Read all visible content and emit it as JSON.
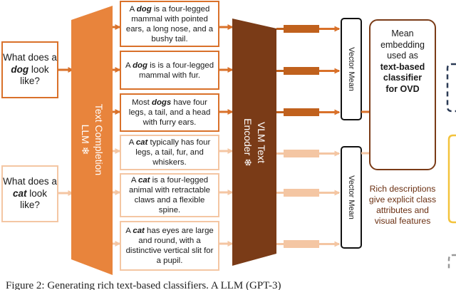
{
  "queries": [
    {
      "id": "dog",
      "parts": [
        "What does a ",
        "dog",
        " look like?"
      ]
    },
    {
      "id": "cat",
      "parts": [
        "What does a ",
        "cat",
        " look like?"
      ]
    }
  ],
  "llm": {
    "label_line1": "Text Completion",
    "label_line2": "LLM",
    "snowflake": "❄"
  },
  "descriptions": [
    {
      "cls": "dog",
      "parts": [
        "A ",
        "dog",
        " is a four-legged mammal with pointed ears, a long nose, and a bushy tail."
      ]
    },
    {
      "cls": "dog",
      "parts": [
        "A ",
        "dog",
        " is is a four-legged mammal with fur."
      ]
    },
    {
      "cls": "dog",
      "parts": [
        "Most ",
        "dogs",
        " have four legs, a tail, and a head with furry ears."
      ]
    },
    {
      "cls": "cat",
      "parts": [
        "A ",
        "cat",
        " typically has four legs, a tail, fur, and whiskers."
      ]
    },
    {
      "cls": "cat",
      "parts": [
        "A ",
        "cat",
        " is a four-legged animal with retractable claws and a flexible spine."
      ]
    },
    {
      "cls": "cat",
      "parts": [
        "A ",
        "cat",
        " has eyes are large and round, with a distinctive vertical slit for a pupil."
      ]
    }
  ],
  "encoder": {
    "label_line1": "VLM Text",
    "label_line2": "Encoder",
    "snowflake": "❄"
  },
  "vector_mean": {
    "label": "Vector Mean"
  },
  "result": {
    "line1": "Mean",
    "line2": "embedding",
    "line3": "used as",
    "bold1": "text-based",
    "bold2": "classifier",
    "bold3": "for OVD"
  },
  "note": {
    "text": "Rich descriptions give explicit class attributes and visual features"
  },
  "caption": {
    "text": "Figure 2: Generating rich text-based classifiers. A LLM (GPT-3)"
  },
  "colors": {
    "dog_orange": "#d9712a",
    "llm_orange": "#e8843c",
    "cat_peach": "#f4c6a3",
    "encoder_brown": "#7a3b17",
    "arrow_dark": "#c0611d"
  }
}
